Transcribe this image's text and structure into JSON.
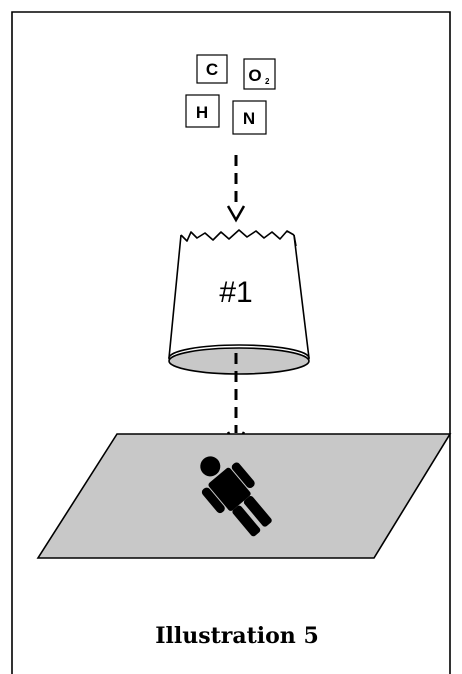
{
  "elements": [
    {
      "symbol": "C",
      "subscript": ""
    },
    {
      "symbol": "O",
      "subscript": "2"
    },
    {
      "symbol": "H",
      "subscript": ""
    },
    {
      "symbol": "N",
      "subscript": ""
    }
  ],
  "container_label": "#1",
  "caption": "Illustration 5",
  "colors": {
    "stroke": "#000000",
    "plane_fill": "#c8c8c8",
    "bottom_fill": "#c8c8c8",
    "background": "#ffffff",
    "figure": "#000000"
  },
  "icons": {
    "figure": "person-lying-icon",
    "arrows": "dashed-down-arrow-icon"
  }
}
